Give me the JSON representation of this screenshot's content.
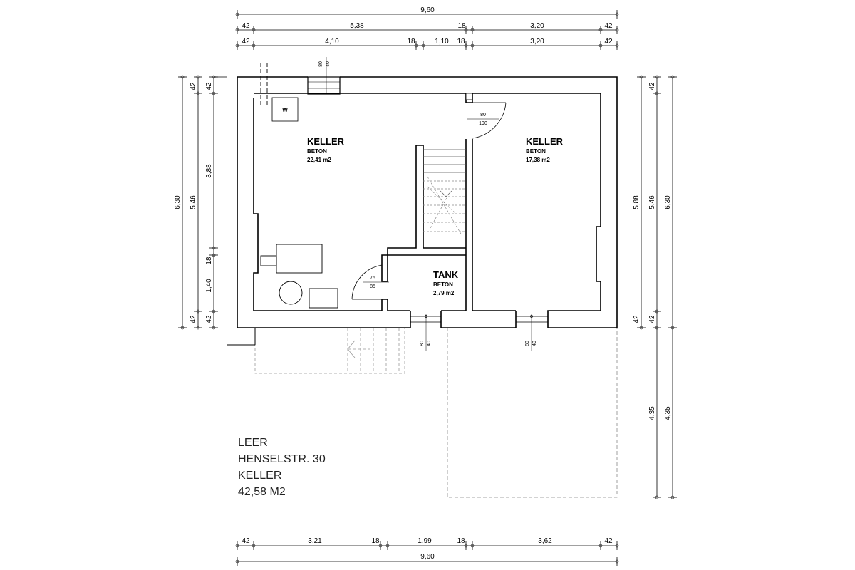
{
  "caption": {
    "line1": "LEER",
    "line2": "HENSELSTR. 30",
    "line3": "KELLER",
    "line4": "42,58 M2"
  },
  "rooms": {
    "left": {
      "name": "KELLER",
      "material": "BETON",
      "area": "22,41 m2"
    },
    "right": {
      "name": "KELLER",
      "material": "BETON",
      "area": "17,38 m2"
    },
    "tank": {
      "name": "TANK",
      "material": "BETON",
      "area": "2,79 m2"
    }
  },
  "labels": {
    "washer": "W"
  },
  "doors": {
    "right": {
      "width": "80",
      "height": "190"
    },
    "tank": {
      "width": "75",
      "height": "85"
    }
  },
  "windows": {
    "top": [
      "80",
      "40"
    ],
    "bottom_left": [
      "80",
      "40"
    ],
    "bottom_right": [
      "80",
      "40"
    ]
  },
  "dims": {
    "top_total": "9,60",
    "top_row1": [
      "42",
      "5,38",
      "18",
      "3,20",
      "42"
    ],
    "top_row2": [
      "42",
      "4,10",
      "18",
      "1,10",
      "18",
      "3,20",
      "42"
    ],
    "bottom_row": [
      "42",
      "3,21",
      "18",
      "1,99",
      "18",
      "3,62",
      "42"
    ],
    "bottom_total": "9,60",
    "left_total": "6,30",
    "left_mid": "5,46",
    "left_row": [
      "42",
      "3,88",
      "18",
      "1,40",
      "42"
    ],
    "right_outer": "6,30",
    "right_mid": "5,46",
    "right_inner": "5,88",
    "right_row": [
      "42",
      "42"
    ],
    "right_lower1": "4,35",
    "right_lower2": "4,35"
  }
}
